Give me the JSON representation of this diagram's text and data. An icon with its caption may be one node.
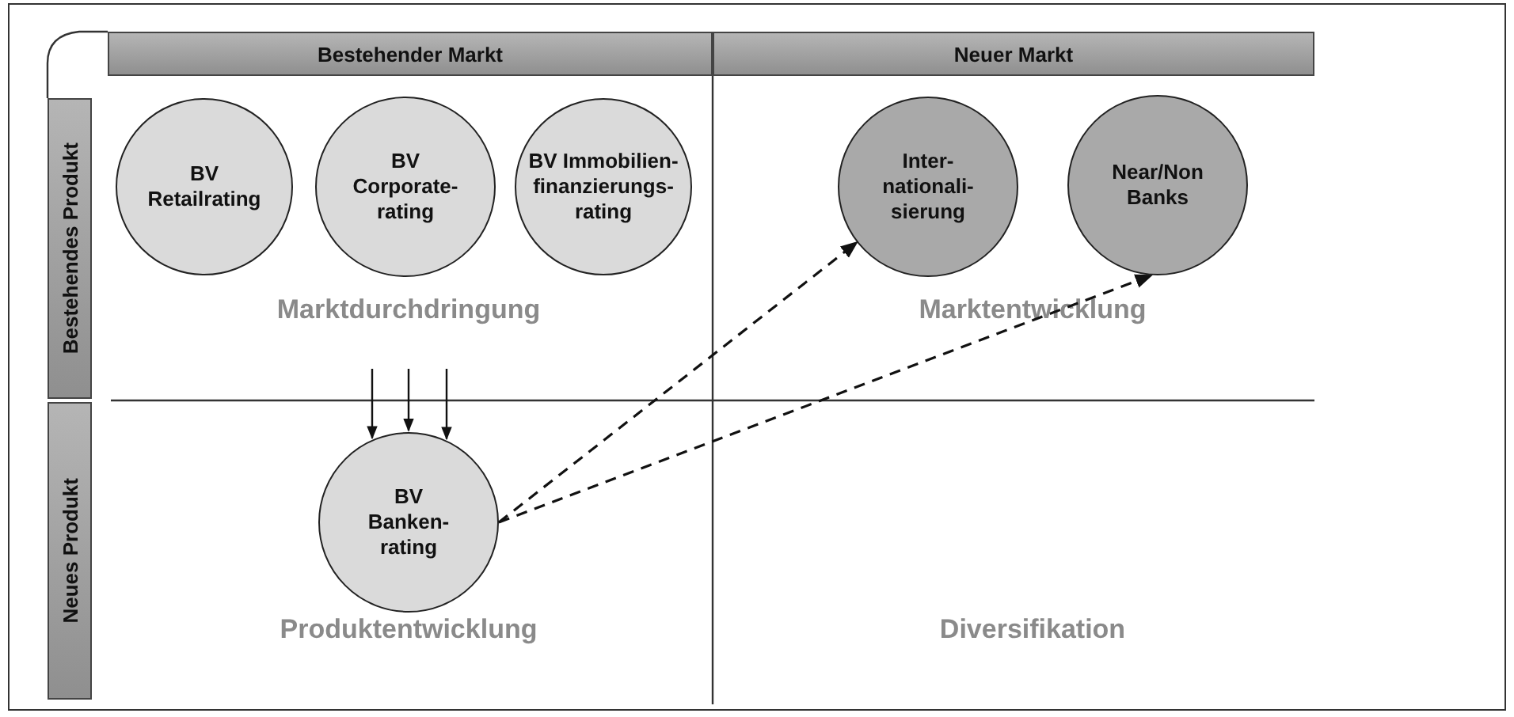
{
  "diagram": {
    "nodes": [
      {
        "text": [
          "Bestehender Markt"
        ]
      },
      {
        "text": [
          "Neuer Markt"
        ]
      },
      {
        "text": [
          "Bestehendes Produkt"
        ]
      },
      {
        "text": [
          "BV Retailrating"
        ]
      },
      {
        "text": [
          "BV Corporate-rating"
        ]
      },
      {
        "text": [
          "BV Immobilien-finanzierungs-rating"
        ]
      },
      {
        "text": [
          "Inter-nationali-sierung"
        ]
      },
      {
        "text": [
          "Near/Non Banks"
        ]
      },
      {
        "text": [
          "Neues Produkt"
        ]
      },
      {
        "text": [
          "BV Banken-rating"
        ]
      }
    ],
    "edges": [
      {
        "from": null,
        "to": 9,
        "arrow": "to"
      },
      {
        "from": null,
        "to": 9,
        "arrow": "to"
      },
      {
        "from": null,
        "to": 9,
        "arrow": "to"
      },
      {
        "from": 9,
        "to": 6,
        "arrow": "to",
        "style": "dashed"
      },
      {
        "from": 9,
        "to": 7,
        "arrow": "to",
        "style": "dashed"
      }
    ],
    "labels": [
      "Marktdurchdringung",
      "Marktentwicklung",
      "Produktentwicklung",
      "Diversifikation"
    ]
  }
}
